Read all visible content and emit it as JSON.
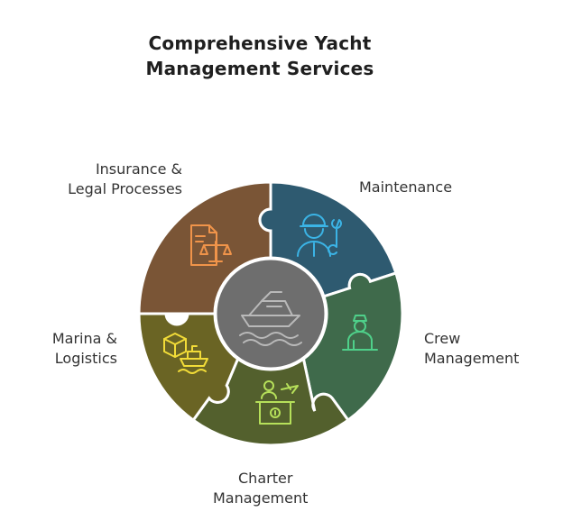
{
  "title": {
    "line1": "Comprehensive Yacht",
    "line2": "Management Services"
  },
  "segments": [
    {
      "key": "insurance",
      "line1": "Insurance &",
      "line2": "Legal Processes",
      "color": "#7a5536",
      "icon": "document-scales-icon",
      "icon_color": "#f0944a"
    },
    {
      "key": "maintenance",
      "line1": "Maintenance",
      "line2": "",
      "color": "#2e5a70",
      "icon": "worker-wrench-icon",
      "icon_color": "#3bb4e6"
    },
    {
      "key": "crew",
      "line1": "Crew",
      "line2": "Management",
      "color": "#3f6a4b",
      "icon": "crew-member-icon",
      "icon_color": "#4fd08a"
    },
    {
      "key": "charter",
      "line1": "Charter",
      "line2": "Management",
      "color": "#53602d",
      "icon": "charter-desk-icon",
      "icon_color": "#b6e05a"
    },
    {
      "key": "marina",
      "line1": "Marina &",
      "line2": "Logistics",
      "color": "#6a6424",
      "icon": "cargo-ship-icon",
      "icon_color": "#f2dc38"
    }
  ],
  "center": {
    "icon": "yacht-icon",
    "color": "#6e6e6e",
    "icon_color": "#b9b9b9"
  }
}
